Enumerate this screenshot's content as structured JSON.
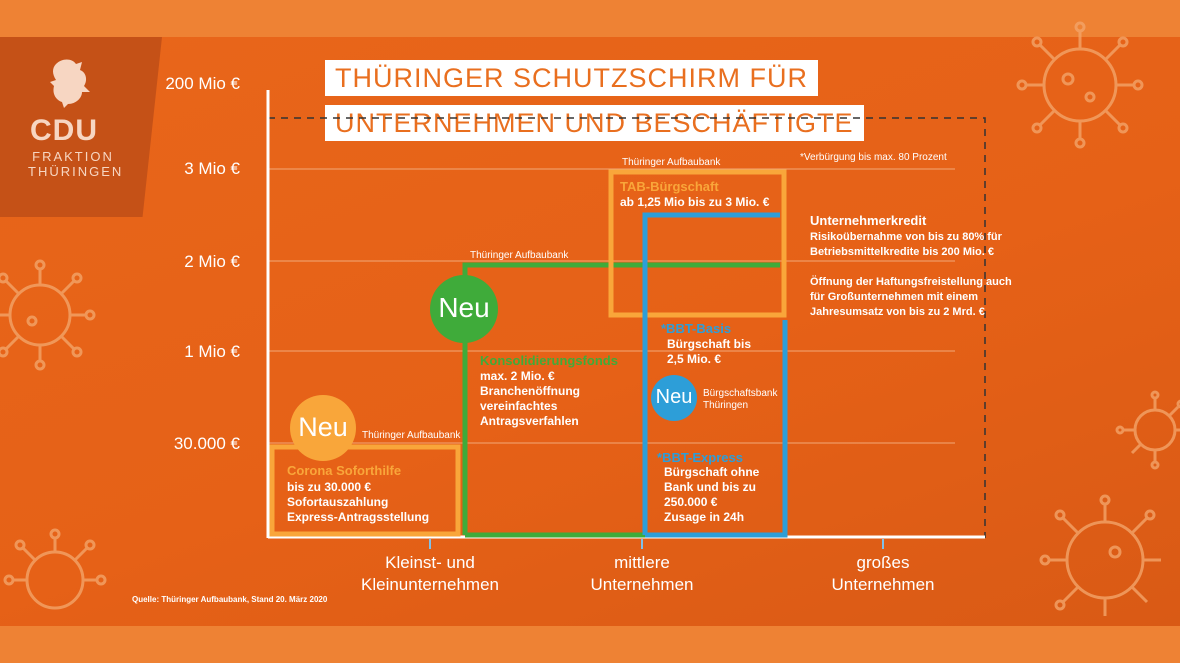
{
  "title": {
    "line1": "THÜRINGER SCHUTZSCHIRM FÜR",
    "line2": "UNTERNEHMEN UND BESCHÄFTIGTE"
  },
  "logo": {
    "party": "CDU",
    "line1": "FRAKTION",
    "line2": "THÜRINGEN",
    "icon": "lion-icon"
  },
  "y_axis": {
    "levels": [
      "200 Mio €",
      "3 Mio €",
      "2 Mio €",
      "1 Mio €",
      "30.000 €"
    ]
  },
  "x_axis": {
    "categories": [
      {
        "line1": "Kleinst- und",
        "line2": "Kleinunternehmen"
      },
      {
        "line1": "mittlere",
        "line2": "Unternehmen"
      },
      {
        "line1": "großes",
        "line2": "Unternehmen"
      }
    ]
  },
  "footnote": "*Verbürgung bis max. 80 Prozent",
  "source": "Quelle: Thüringer Aufbaubank, Stand 20. März 2020",
  "programs": {
    "soforthilfe": {
      "provider": "Thüringer Aufbaubank",
      "badge": "Neu",
      "name": "Corona Soforthilfe",
      "lines": [
        "bis zu 30.000 €",
        "Sofortauszahlung",
        "Express-Antragsstellung"
      ]
    },
    "konsolidierung": {
      "provider": "Thüringer Aufbaubank",
      "badge": "Neu",
      "name": "Konsolidierungsfonds",
      "lines": [
        "max. 2 Mio. €",
        "Branchenöffnung",
        "vereinfachtes",
        "Antragsverfahlen"
      ]
    },
    "tab": {
      "provider": "Thüringer Aufbaubank",
      "name": "TAB-Bürgschaft",
      "lines": [
        "ab 1,25 Mio bis zu 3 Mio. €"
      ]
    },
    "bbt": {
      "provider_line1": "Bürgschaftsbank",
      "provider_line2": "Thüringen",
      "badge": "Neu",
      "basis_name": "*BBT-Basis",
      "basis_lines": [
        "Bürgschaft bis",
        "2,5 Mio. €"
      ],
      "express_name": "*BBT-Express",
      "express_lines": [
        "Bürgschaft ohne",
        "Bank und bis zu",
        "250.000 €",
        "Zusage in 24h"
      ]
    },
    "unternehmerkredit": {
      "name": "Unternehmerkredit",
      "lines": [
        "Risikoübernahme von bis zu 80% für",
        "Betriebsmittelkredite bis 200 Mio. €",
        "",
        "Öffnung der Haftungsfreistellung auch",
        "für Großunternehmen mit einem",
        "Jahresumsatz von bis zu 2 Mrd. €"
      ]
    }
  },
  "colors": {
    "background": "#e96f1f",
    "yellow": "#f9a63a",
    "green": "#3fab3a",
    "blue": "#2d9ed8",
    "white": "#ffffff"
  }
}
